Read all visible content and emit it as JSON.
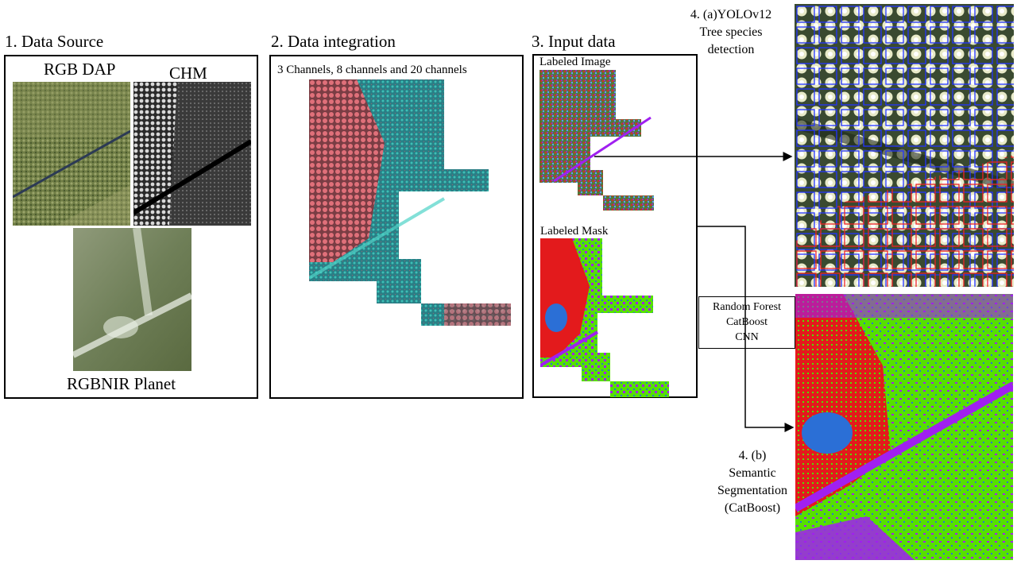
{
  "sections": {
    "data_source": {
      "title": "1. Data Source",
      "rgb_label": "RGB DAP",
      "chm_label": "CHM",
      "planet_label": "RGBNIR Planet"
    },
    "integration": {
      "title": "2. Data integration",
      "caption": "3 Channels, 8 channels and 20 channels"
    },
    "input": {
      "title": "3. Input data",
      "image_label": "Labeled Image",
      "mask_label": "Labeled Mask"
    },
    "detection": {
      "lines": [
        "4. (a)YOLOv12",
        "Tree species",
        "detection"
      ]
    },
    "models": {
      "lines": [
        "Random Forest",
        "CatBoost",
        "CNN"
      ]
    },
    "segmentation": {
      "lines": [
        "4. (b)",
        "Semantic",
        "Segmentation",
        "(CatBoost)"
      ]
    }
  },
  "colors": {
    "rgb_forest": "#6f7d45",
    "chm_dark": "#1e1e1e",
    "planet_green": "#7c8b63",
    "integration_teal": "#2aa7a0",
    "integration_pink": "#e0707a",
    "mask_red": "#e31a1c",
    "mask_green": "#55e000",
    "mask_purple": "#a020f0",
    "mask_blue": "#2b6fd6",
    "bbox_blue": "#2233ff",
    "bbox_red": "#ee2222"
  }
}
